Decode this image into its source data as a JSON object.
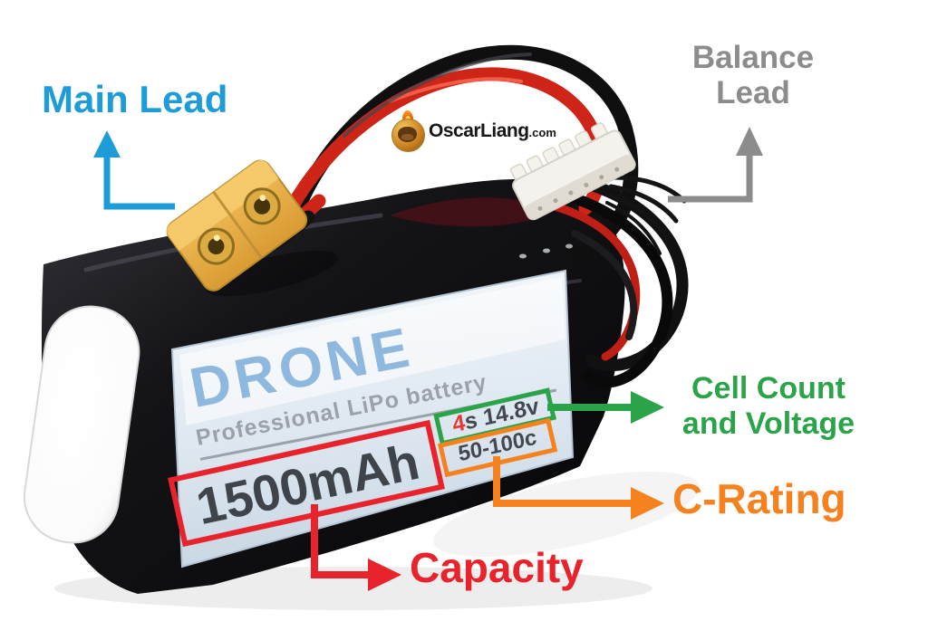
{
  "annotations": {
    "main_lead": {
      "text": "Main Lead",
      "color": "#1E9CD7"
    },
    "balance_lead": {
      "line1": "Balance",
      "line2": "Lead",
      "color": "#8C8C8C"
    },
    "cell_count": {
      "line1": "Cell Count",
      "line2": "and Voltage",
      "color": "#2BA449"
    },
    "c_rating": {
      "text": "C-Rating",
      "color": "#F5821F"
    },
    "capacity": {
      "text": "Capacity",
      "color": "#E8232B"
    }
  },
  "battery_label": {
    "brand": "DRONE",
    "subtitle": "Professional LiPo battery",
    "capacity": "1500mAh",
    "cell_count_number": "4",
    "cell_count_rest": "s 14.8v",
    "c_rating": "50-100c"
  },
  "highlight_boxes": {
    "capacity_box_color": "#E8232B",
    "cell_count_box_color": "#2BA449",
    "c_rating_box_color": "#F5821F"
  },
  "watermark": {
    "site": "OscarLiang",
    "tld": ".com"
  }
}
